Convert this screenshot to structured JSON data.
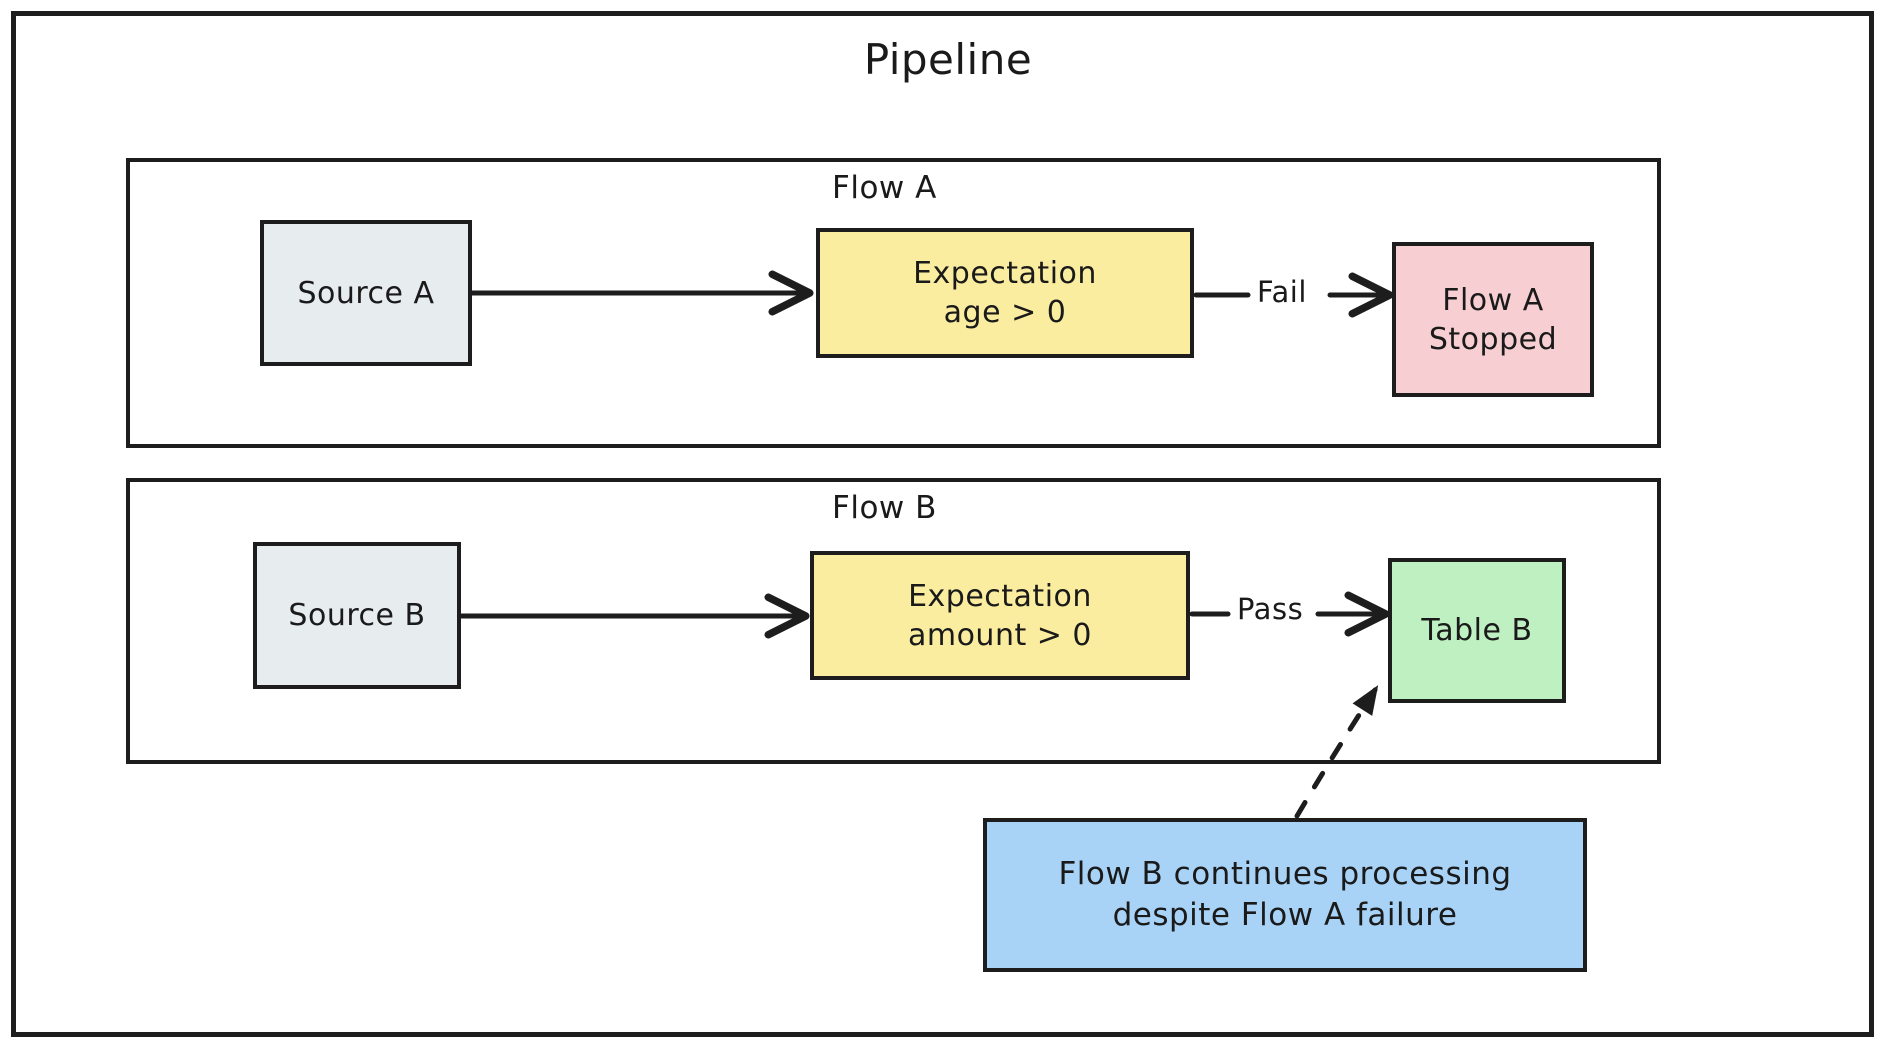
{
  "diagram": {
    "type": "flowchart",
    "title": "Pipeline",
    "style": "hand-drawn",
    "colors": {
      "stroke": "#1d1d1d",
      "source_fill": "#e7ecef",
      "expectation_fill": "#fbeda0",
      "failure_fill": "#f7cfd2",
      "table_fill": "#bef0c2",
      "annotation_fill": "#a8d3f7",
      "background": "#ffffff"
    },
    "groups": [
      {
        "id": "flow-a",
        "label": "Flow A",
        "nodes": [
          {
            "id": "source-a",
            "label": "Source A",
            "kind": "source",
            "fill": "#e7ecef"
          },
          {
            "id": "expectation-a",
            "line1": "Expectation",
            "line2": "age > 0",
            "kind": "expectation",
            "fill": "#fbeda0"
          },
          {
            "id": "flow-a-stopped",
            "line1": "Flow A",
            "line2": "Stopped",
            "kind": "failure",
            "fill": "#f7cfd2"
          }
        ],
        "edges": [
          {
            "from": "source-a",
            "to": "expectation-a",
            "label": "",
            "style": "solid"
          },
          {
            "from": "expectation-a",
            "to": "flow-a-stopped",
            "label": "Fail",
            "style": "solid"
          }
        ]
      },
      {
        "id": "flow-b",
        "label": "Flow B",
        "nodes": [
          {
            "id": "source-b",
            "label": "Source B",
            "kind": "source",
            "fill": "#e7ecef"
          },
          {
            "id": "expectation-b",
            "line1": "Expectation",
            "line2": "amount > 0",
            "kind": "expectation",
            "fill": "#fbeda0"
          },
          {
            "id": "table-b",
            "label": "Table B",
            "kind": "table",
            "fill": "#bef0c2"
          }
        ],
        "edges": [
          {
            "from": "source-b",
            "to": "expectation-b",
            "label": "",
            "style": "solid"
          },
          {
            "from": "expectation-b",
            "to": "table-b",
            "label": "Pass",
            "style": "solid"
          }
        ]
      }
    ],
    "annotation": {
      "id": "annotation-note",
      "line1": "Flow B continues processing",
      "line2": "despite Flow A failure",
      "fill": "#a8d3f7",
      "edge": {
        "to": "table-b",
        "style": "dashed"
      }
    },
    "edge_labels": {
      "fail": "Fail",
      "pass": "Pass"
    }
  }
}
